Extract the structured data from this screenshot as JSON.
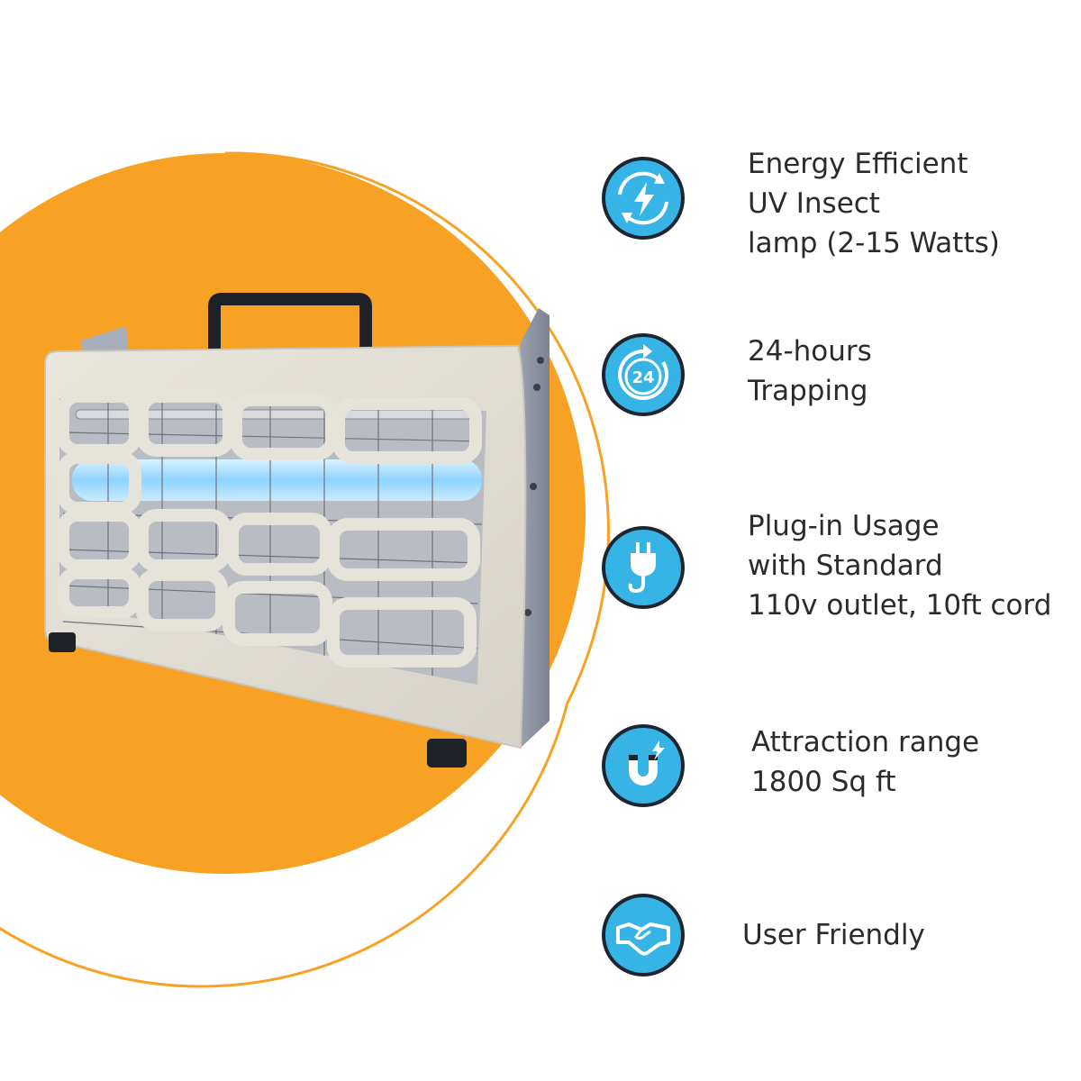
{
  "colors": {
    "accent_orange": "#f7a224",
    "icon_blue": "#36b4e5",
    "icon_ring": "#1c2530",
    "text": "#2b2b2b",
    "background": "#ffffff"
  },
  "product": {
    "name_icon": "uv-insect-trap-illustration"
  },
  "features": [
    {
      "icon": "energy-refresh-bolt-icon",
      "lines": [
        "Energy Efficient",
        "UV Insect",
        "lamp (2-15 Watts)"
      ]
    },
    {
      "icon": "24-hour-clock-icon",
      "icon_text": "24",
      "lines": [
        "24-hours",
        "Trapping"
      ]
    },
    {
      "icon": "plug-icon",
      "lines": [
        "Plug-in Usage",
        "with Standard",
        "110v outlet, 10ft cord"
      ]
    },
    {
      "icon": "magnet-attraction-icon",
      "lines": [
        "Attraction range",
        "1800 Sq ft"
      ]
    },
    {
      "icon": "handshake-icon",
      "lines": [
        "User Friendly"
      ]
    }
  ]
}
